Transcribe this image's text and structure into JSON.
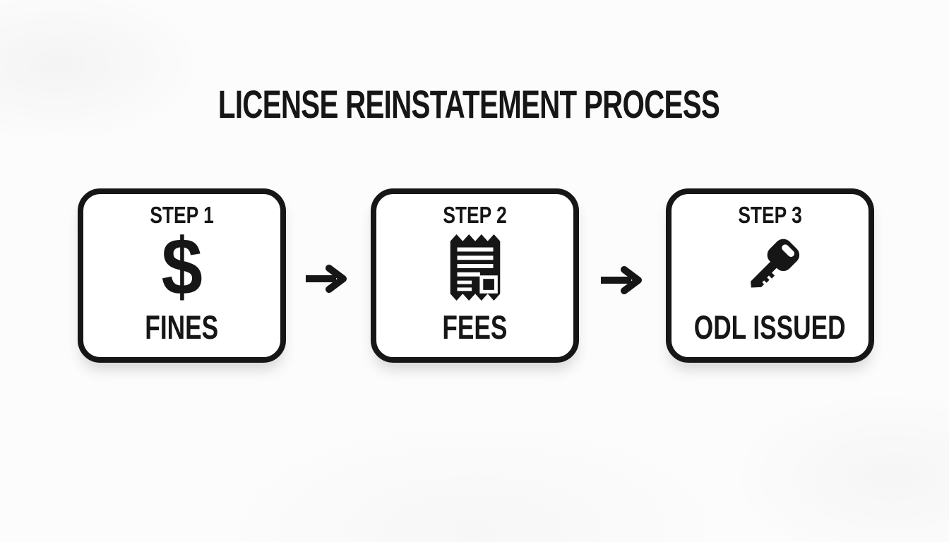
{
  "page": {
    "background_color": "#fcfcfc",
    "ink_color": "#161616",
    "box_fill_color": "#ffffff"
  },
  "title": "LICENSE REINSTATEMENT PROCESS",
  "steps": [
    {
      "step_label": "STEP 1",
      "icon": "dollar-icon",
      "icon_glyph": "$",
      "label": "FINES"
    },
    {
      "step_label": "STEP 2",
      "icon": "receipt-icon",
      "label": "FEES"
    },
    {
      "step_label": "STEP 3",
      "icon": "key-icon",
      "label": "ODL ISSUED"
    }
  ],
  "connectors": [
    {
      "type": "arrow-right"
    },
    {
      "type": "arrow-right"
    }
  ]
}
